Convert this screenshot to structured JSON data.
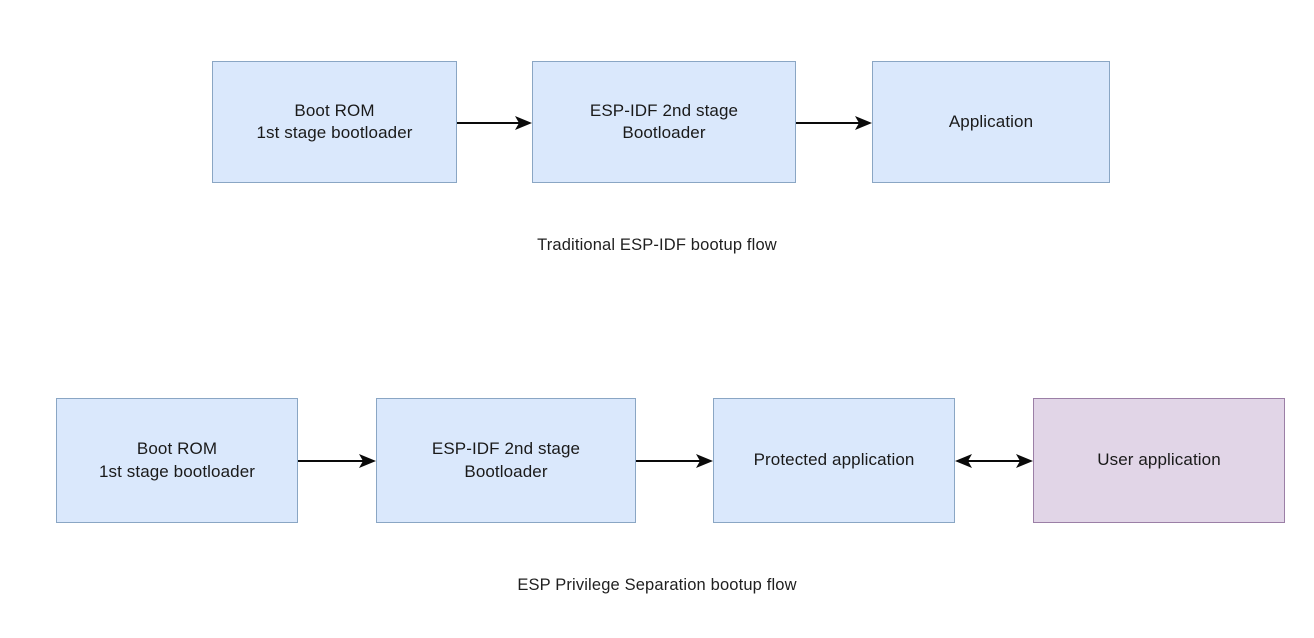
{
  "diagram": {
    "title_top": "Traditional ESP-IDF bootup flow",
    "title_bottom": "ESP Privilege Separation bootup flow",
    "colors": {
      "box_blue_fill": "#dae8fc",
      "box_blue_stroke": "#8aa6c4",
      "box_purple_fill": "#e1d5e7",
      "box_purple_stroke": "#9b7fa6",
      "arrow": "#0a0a0a",
      "text": "#1a1a1a",
      "background": "#ffffff"
    },
    "flows": [
      {
        "name": "traditional",
        "caption": "Traditional ESP-IDF bootup flow",
        "nodes": [
          {
            "id": "boot-rom",
            "label": "Boot ROM\n1st stage bootloader",
            "fill": "blue"
          },
          {
            "id": "second-stage-bootloader",
            "label": "ESP-IDF 2nd stage\nBootloader",
            "fill": "blue"
          },
          {
            "id": "application",
            "label": "Application",
            "fill": "blue"
          }
        ],
        "edges": [
          {
            "from": "boot-rom",
            "to": "second-stage-bootloader",
            "direction": "forward"
          },
          {
            "from": "second-stage-bootloader",
            "to": "application",
            "direction": "forward"
          }
        ]
      },
      {
        "name": "privilege-separation",
        "caption": "ESP Privilege Separation bootup flow",
        "nodes": [
          {
            "id": "boot-rom-2",
            "label": "Boot ROM\n1st stage bootloader",
            "fill": "blue"
          },
          {
            "id": "second-stage-bootloader-2",
            "label": "ESP-IDF 2nd stage\nBootloader",
            "fill": "blue"
          },
          {
            "id": "protected-application",
            "label": "Protected application",
            "fill": "blue"
          },
          {
            "id": "user-application",
            "label": "User application",
            "fill": "purple"
          }
        ],
        "edges": [
          {
            "from": "boot-rom-2",
            "to": "second-stage-bootloader-2",
            "direction": "forward"
          },
          {
            "from": "second-stage-bootloader-2",
            "to": "protected-application",
            "direction": "forward"
          },
          {
            "from": "protected-application",
            "to": "user-application",
            "direction": "bidirectional"
          }
        ]
      }
    ]
  }
}
